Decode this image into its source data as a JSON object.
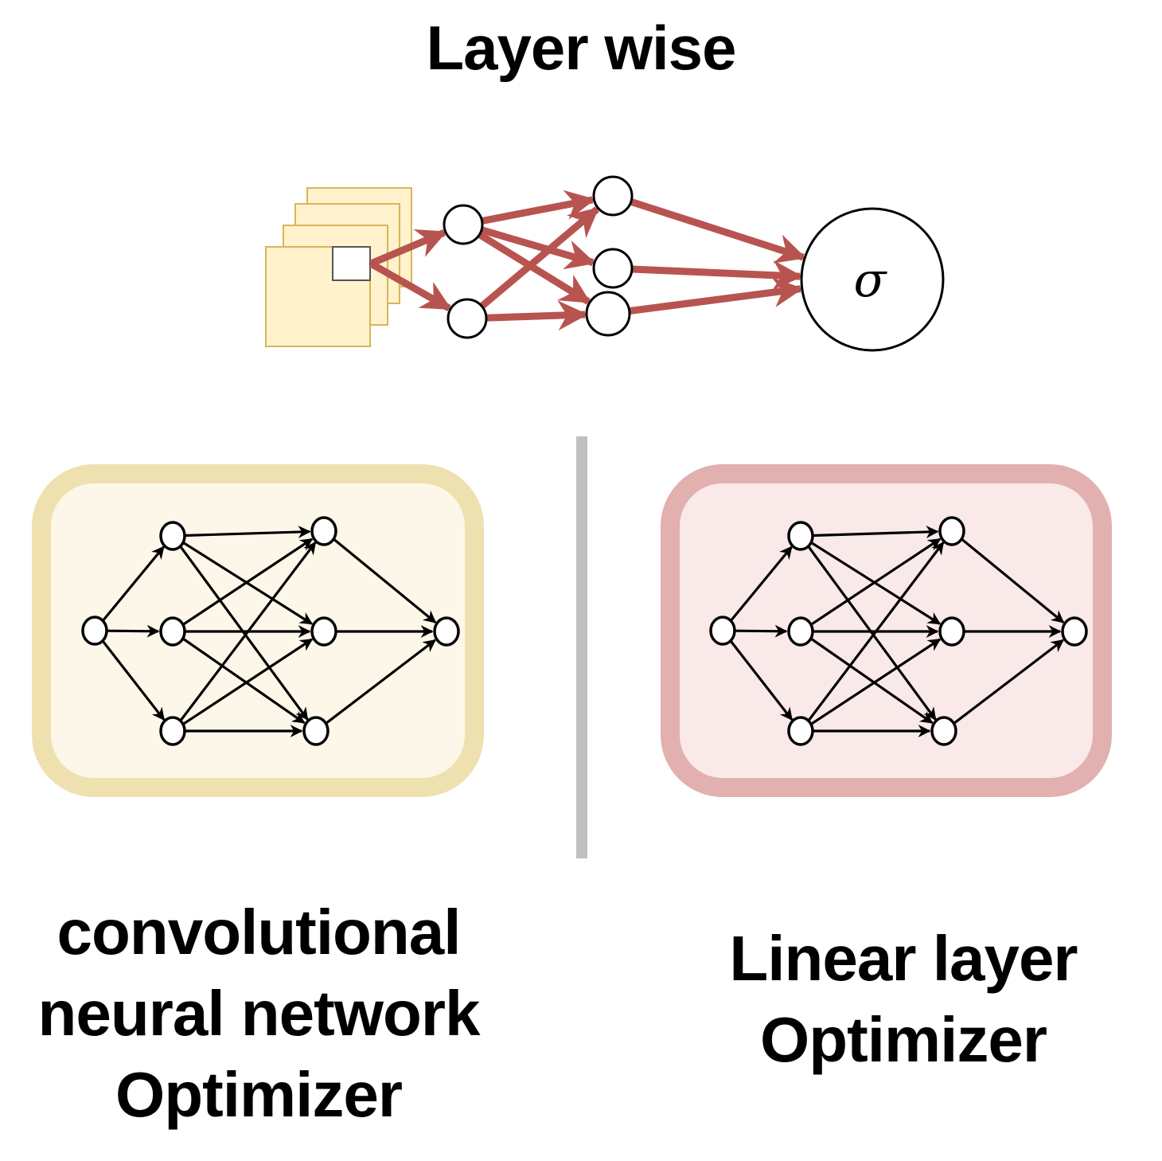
{
  "title": "Layer wise",
  "top_diagram": {
    "output_symbol": "σ",
    "arrow_color": "#b85450",
    "feature_map_fill": "#fff2cc",
    "feature_map_stroke": "#d6b656"
  },
  "panels": [
    {
      "name": "cnn-optimizer",
      "label_lines": [
        "convolutional",
        "neural network",
        "Optimizer"
      ],
      "fill": "#fdf7e9",
      "border": "#efe0b0"
    },
    {
      "name": "linear-optimizer",
      "label_lines": [
        "Linear layer",
        "Optimizer"
      ],
      "fill": "#fae9e9",
      "border": "#e2b0af"
    }
  ],
  "divider_color": "#c0c0c0"
}
